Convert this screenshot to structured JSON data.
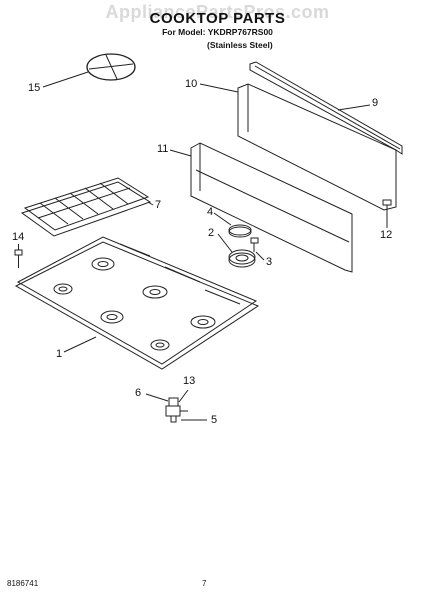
{
  "header": {
    "watermark": "AppliancePartsPros.com",
    "title": "COOKTOP PARTS",
    "model": "For Model: YKDRP767RS00",
    "variant": "(Stainless Steel)"
  },
  "callouts": {
    "c1": "1",
    "c2": "2",
    "c3": "3",
    "c4": "4",
    "c5": "5",
    "c6": "6",
    "c7": "7",
    "c9": "9",
    "c10": "10",
    "c11": "11",
    "c12": "12",
    "c13": "13",
    "c14": "14",
    "c15": "15"
  },
  "footer": {
    "part_number": "8186741",
    "page": "7"
  }
}
